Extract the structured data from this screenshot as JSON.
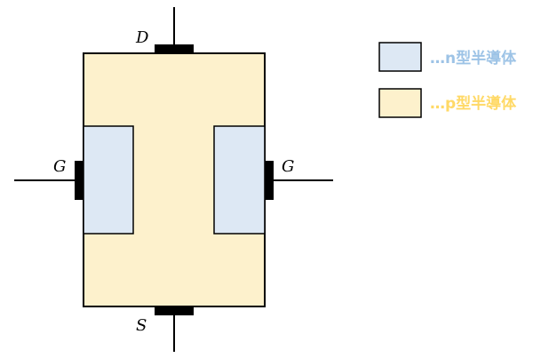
{
  "diagram": {
    "labels": {
      "drain": "D",
      "gate_left": "G",
      "gate_right": "G",
      "source": "S"
    },
    "colors": {
      "p_region": "#fdf1cc",
      "n_region": "#dde8f4",
      "outline": "#000000",
      "electrode": "#000000",
      "legend_n_text": "#9dc3e6",
      "legend_p_text": "#ffd966"
    }
  },
  "legend": {
    "items": [
      {
        "label": "…n型半導体",
        "region": "n"
      },
      {
        "label": "…p型半導体",
        "region": "p"
      }
    ]
  }
}
